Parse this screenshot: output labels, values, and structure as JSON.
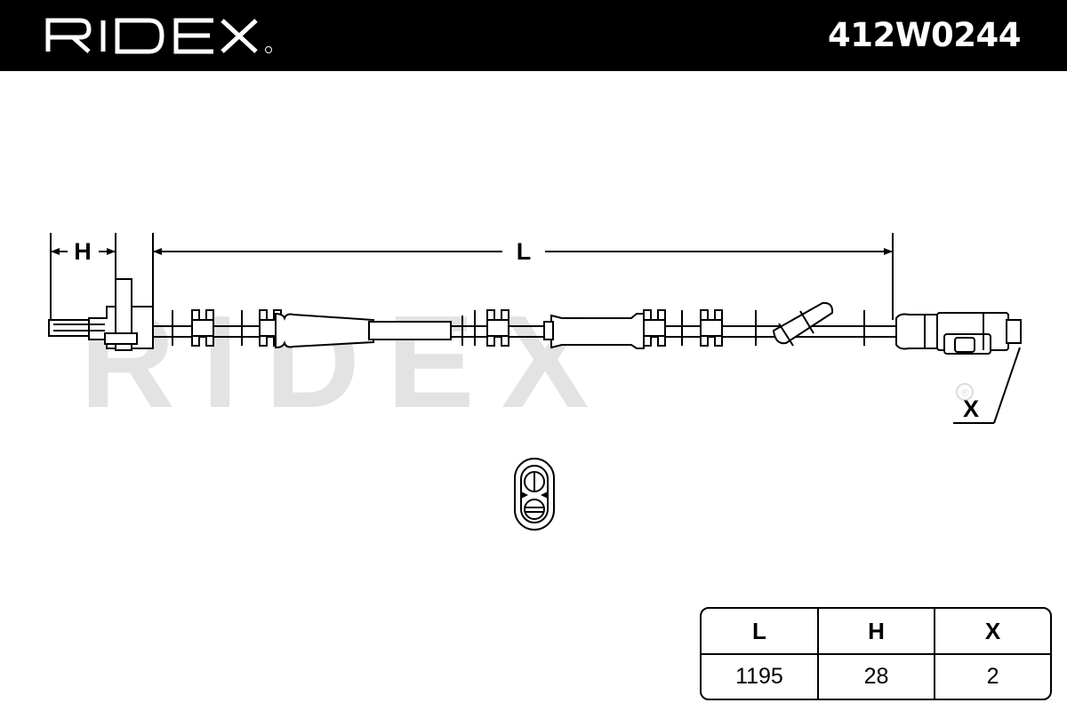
{
  "brand": {
    "name": "RIDEX",
    "watermark": "RIDEX",
    "colors": {
      "header_bg": "#000000",
      "header_text": "#ffffff",
      "watermark": "#e3e3e3",
      "line": "#000000"
    }
  },
  "header": {
    "part_number": "412W0244"
  },
  "drawing": {
    "dimension_labels": {
      "h": "H",
      "l": "L",
      "x": "X"
    },
    "registered_mark": "®"
  },
  "dimensions_table": {
    "headers": [
      "L",
      "H",
      "X"
    ],
    "values": [
      "1195",
      "28",
      "2"
    ]
  }
}
